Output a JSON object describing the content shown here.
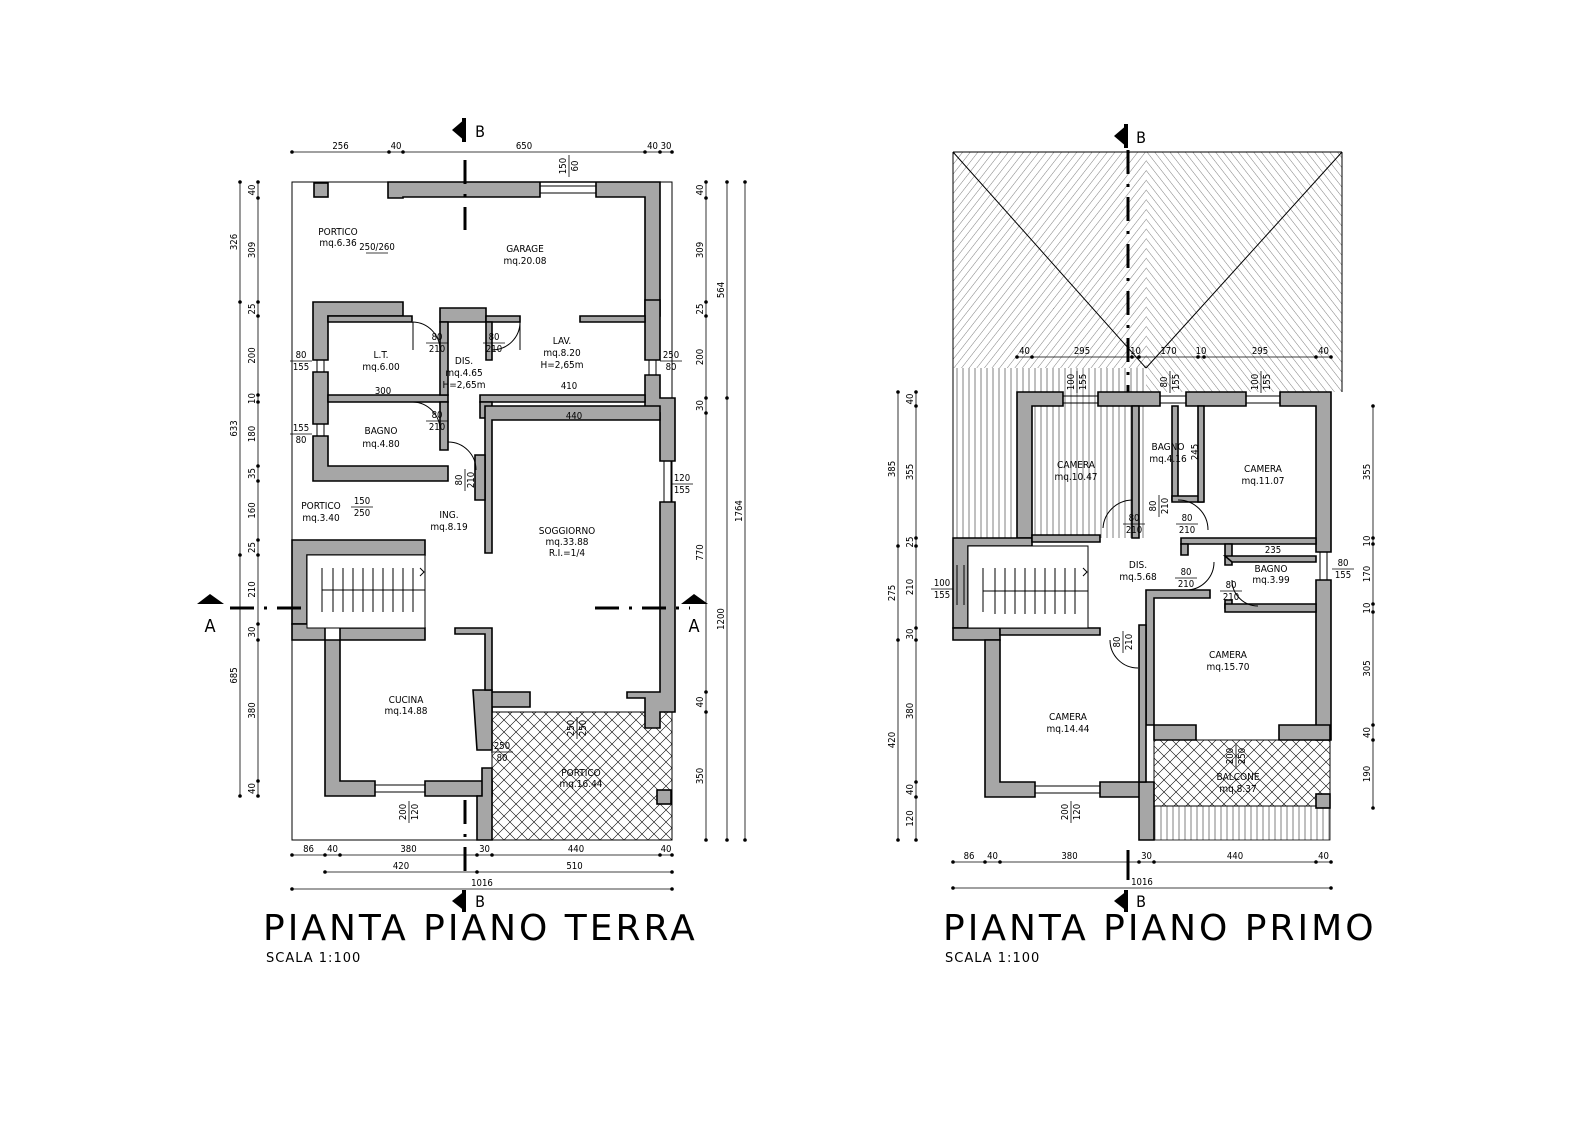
{
  "plans": [
    {
      "title": "PIANTA PIANO TERRA",
      "scale": "SCALA 1:100",
      "rooms": [
        {
          "name": "PORTICO",
          "area": "mq.6.36"
        },
        {
          "name": "GARAGE",
          "area": "mq.20.08"
        },
        {
          "name": "L.T.",
          "area": "mq.6.00"
        },
        {
          "name": "DIS.",
          "area": "mq.4.65",
          "extra": "H=2,65m"
        },
        {
          "name": "LAV.",
          "area": "mq.8.20",
          "extra": "H=2,65m"
        },
        {
          "name": "BAGNO",
          "area": "mq.4.80"
        },
        {
          "name": "PORTICO",
          "area": "mq.3.40"
        },
        {
          "name": "ING.",
          "area": "mq.8.19"
        },
        {
          "name": "SOGGIORNO",
          "area": "mq.33.88",
          "extra": "R.I.=1/4"
        },
        {
          "name": "CUCINA",
          "area": "mq.14.88"
        },
        {
          "name": "PORTICO",
          "area": "mq.16.44"
        }
      ],
      "openings": [
        "250/260",
        "80/210",
        "80/210",
        "250/80",
        "80/155",
        "300",
        "410",
        "440",
        "80/210",
        "155/80",
        "80/210",
        "120/155",
        "150/250",
        "250/80",
        "250/250",
        "200/120",
        "150/60"
      ],
      "dims_top": [
        "256",
        "40",
        "650",
        "40",
        "30"
      ],
      "dims_bottom_1": [
        "86",
        "40",
        "380",
        "30",
        "440",
        "40"
      ],
      "dims_bottom_2": [
        "420",
        "510"
      ],
      "dims_bottom_3": [
        "1016"
      ],
      "dims_left_1": [
        "40",
        "309",
        "25",
        "200",
        "10",
        "180",
        "35",
        "160",
        "25",
        "210",
        "30",
        "380",
        "40"
      ],
      "dims_left_2": [
        "326",
        "633",
        "685"
      ],
      "dims_right_1": [
        "40",
        "309",
        "25",
        "200",
        "30",
        "770",
        "40",
        "350"
      ],
      "dims_right_2": [
        "564",
        "1200"
      ],
      "dims_right_3": [
        "1764"
      ],
      "section_marks": [
        "A",
        "A",
        "B",
        "B"
      ]
    },
    {
      "title": "PIANTA PIANO PRIMO",
      "scale": "SCALA 1:100",
      "rooms": [
        {
          "name": "CAMERA",
          "area": "mq.10.47"
        },
        {
          "name": "BAGNO",
          "area": "mq.4.16"
        },
        {
          "name": "CAMERA",
          "area": "mq.11.07"
        },
        {
          "name": "DIS.",
          "area": "mq.5.68"
        },
        {
          "name": "BAGNO",
          "area": "mq.3.99"
        },
        {
          "name": "CAMERA",
          "area": "mq.15.70"
        },
        {
          "name": "CAMERA",
          "area": "mq.14.44"
        },
        {
          "name": "BALCONE",
          "area": "mq.8.37"
        }
      ],
      "openings": [
        "100/155",
        "80/155",
        "100/155",
        "245",
        "80/210",
        "80/210",
        "80/210",
        "235",
        "80/210",
        "80/210",
        "80/155",
        "100/155",
        "80/210",
        "200/250",
        "200/120"
      ],
      "dims_roof": [
        "40",
        "295",
        "10",
        "170",
        "10",
        "295",
        "40"
      ],
      "dims_bottom_1": [
        "86",
        "40",
        "380",
        "30",
        "440",
        "40"
      ],
      "dims_bottom_2": [
        "1016"
      ],
      "dims_left_1": [
        "40",
        "355",
        "25",
        "210",
        "30",
        "380",
        "40",
        "120"
      ],
      "dims_left_2": [
        "385",
        "275",
        "420"
      ],
      "dims_right_1": [
        "355",
        "10",
        "170",
        "10",
        "305",
        "40",
        "190"
      ],
      "section_marks": [
        "B",
        "B"
      ]
    }
  ]
}
